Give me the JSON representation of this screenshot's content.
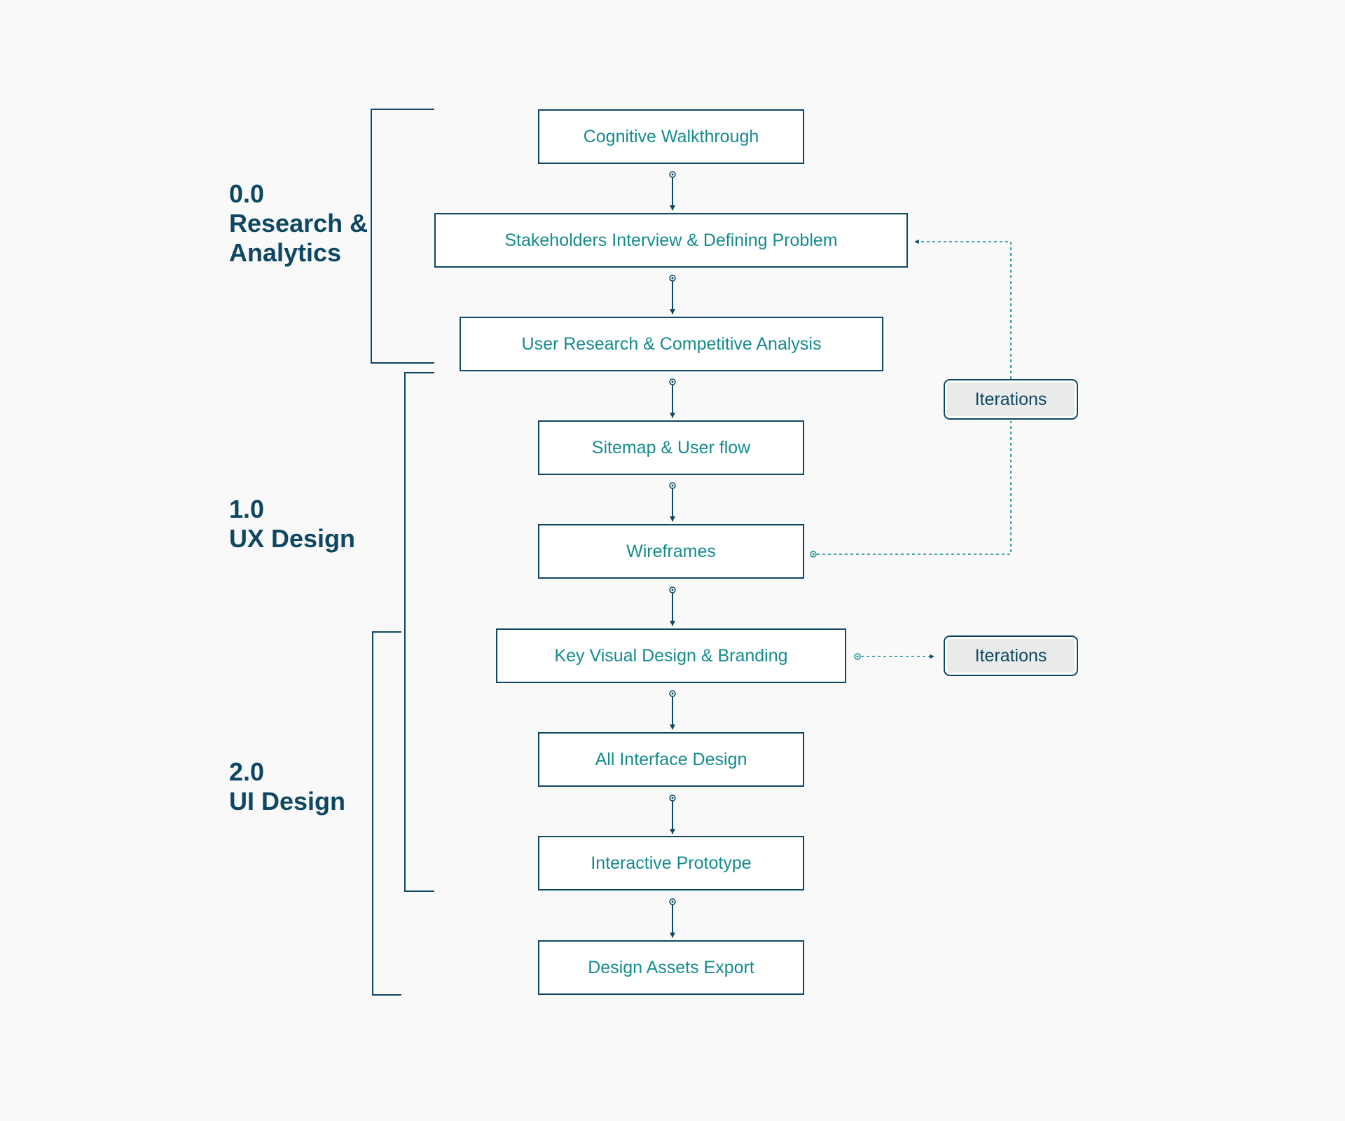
{
  "phases": [
    {
      "number": "0.0",
      "title": "Research &",
      "title2": "Analytics"
    },
    {
      "number": "1.0",
      "title": "UX Design"
    },
    {
      "number": "2.0",
      "title": "UI Design"
    }
  ],
  "steps": [
    "Cognitive Walkthrough",
    "Stakeholders Interview & Defining Problem",
    "User Research & Competitive Analysis",
    "Sitemap & User flow",
    "Wireframes",
    "Key Visual Design & Branding",
    "All Interface Design",
    "Interactive Prototype",
    "Design Assets Export"
  ],
  "iterations": [
    {
      "label": "Iterations"
    },
    {
      "label": "Iterations"
    }
  ],
  "colors": {
    "background": "#f9f9f9",
    "primary": "#0e4762",
    "step_text": "#168b8f",
    "iteration_fill": "#e9eaea"
  }
}
